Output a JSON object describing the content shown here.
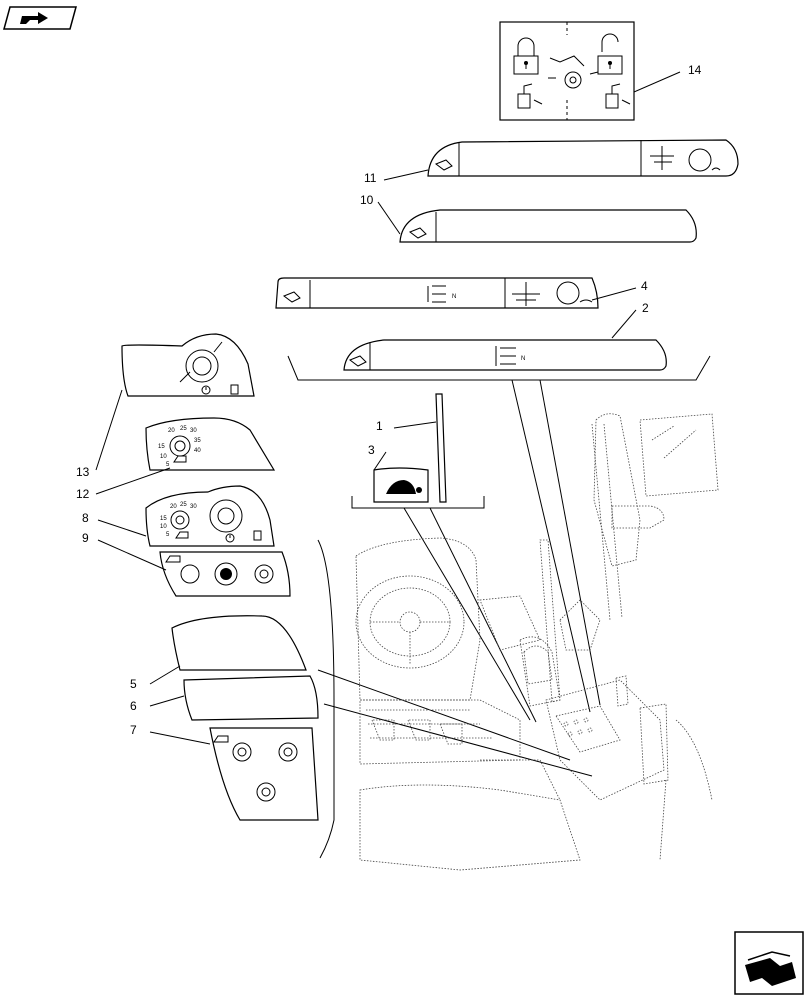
{
  "callouts": [
    {
      "id": "1",
      "label": "1"
    },
    {
      "id": "2",
      "label": "2"
    },
    {
      "id": "3",
      "label": "3"
    },
    {
      "id": "4",
      "label": "4"
    },
    {
      "id": "5",
      "label": "5"
    },
    {
      "id": "6",
      "label": "6"
    },
    {
      "id": "7",
      "label": "7"
    },
    {
      "id": "8",
      "label": "8"
    },
    {
      "id": "9",
      "label": "9"
    },
    {
      "id": "10",
      "label": "10"
    },
    {
      "id": "11",
      "label": "11"
    },
    {
      "id": "12",
      "label": "12"
    },
    {
      "id": "13",
      "label": "13"
    },
    {
      "id": "14",
      "label": "14"
    }
  ],
  "decal_text": {
    "n_mark": "N",
    "gauge_12_ticks": [
      "20",
      "25",
      "30",
      "35",
      "40",
      "15",
      "10",
      "5"
    ],
    "gauge_8_ticks": [
      "20",
      "25",
      "30",
      "15",
      "10",
      "5"
    ]
  },
  "nav_icons": {
    "top_left": "previous-page-icon",
    "bottom_right": "next-page-icon"
  }
}
